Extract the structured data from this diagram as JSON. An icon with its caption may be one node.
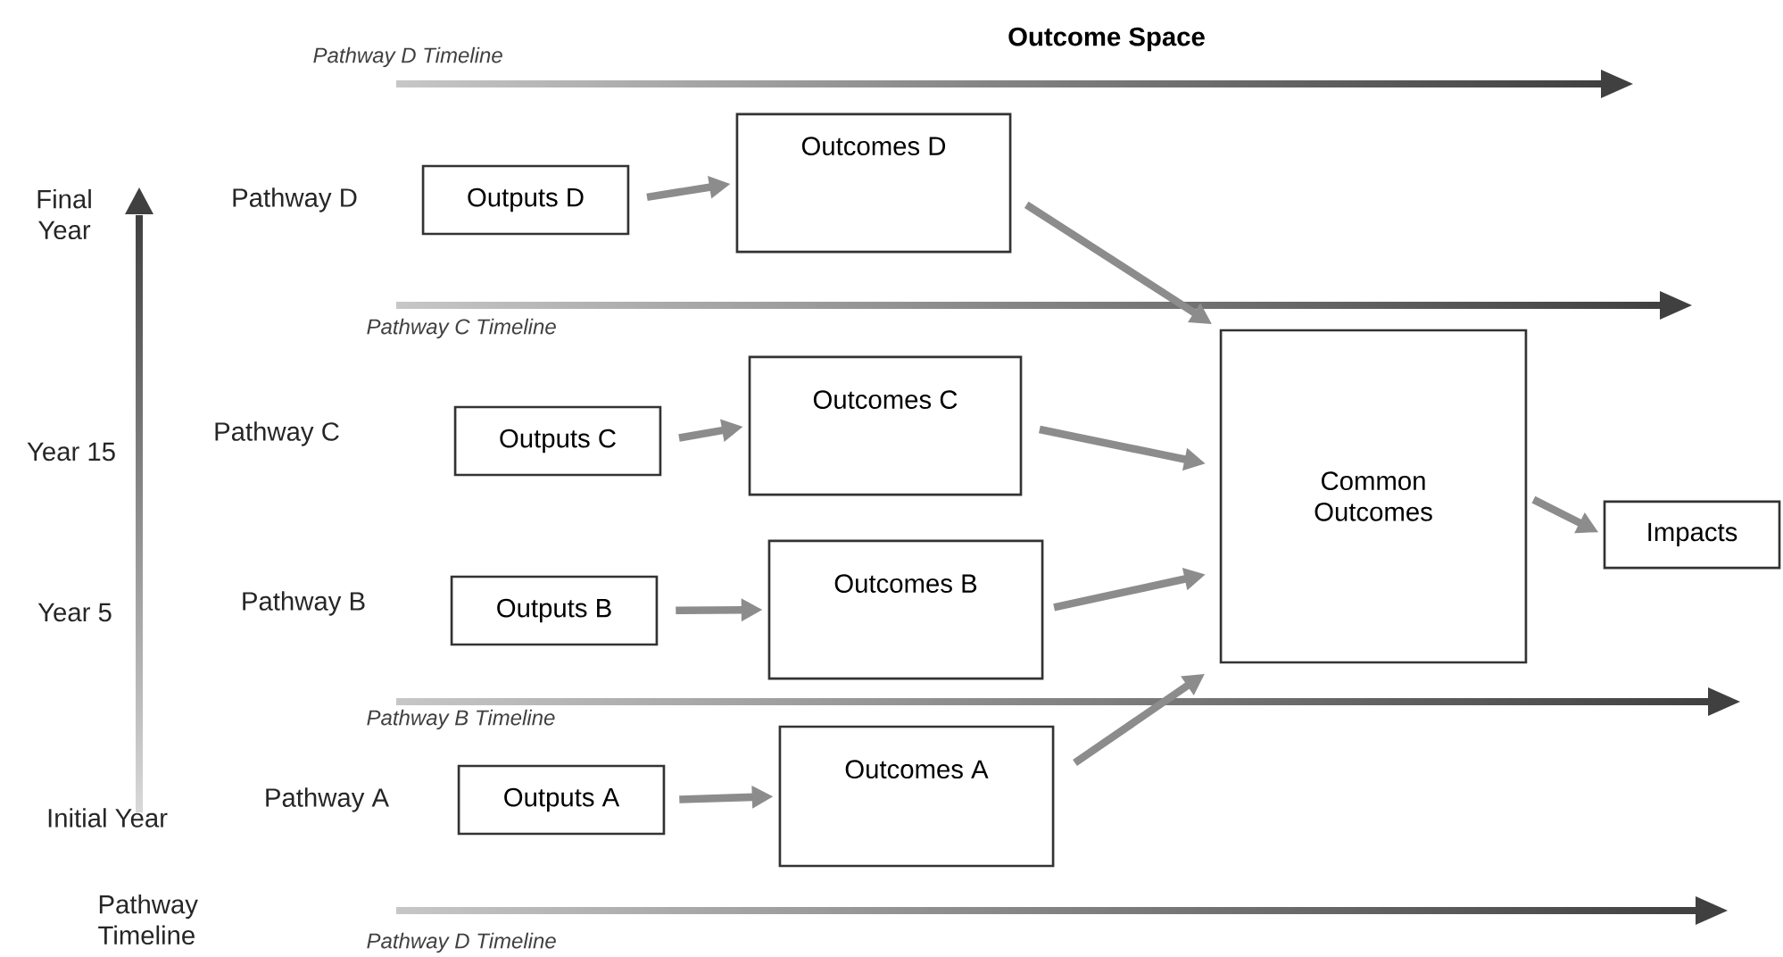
{
  "diagram": {
    "title": "Outcome Space",
    "nodes": [
      {
        "text": [
          "Outputs D"
        ]
      },
      {
        "text": [
          "Outcomes D"
        ]
      },
      {
        "text": [
          "Outputs C"
        ]
      },
      {
        "text": [
          "Outcomes C"
        ]
      },
      {
        "text": [
          "Outputs B"
        ]
      },
      {
        "text": [
          "Outcomes B"
        ]
      },
      {
        "text": [
          "Outputs A"
        ]
      },
      {
        "text": [
          "Outcomes A"
        ]
      },
      {
        "text": [
          "Common Outcomes"
        ]
      },
      {
        "text": [
          "Impacts"
        ]
      }
    ],
    "edges": [
      {
        "from": 0,
        "to": 1,
        "arrow": "to"
      },
      {
        "from": 2,
        "to": 3,
        "arrow": "to"
      },
      {
        "from": 4,
        "to": 5,
        "arrow": "to"
      },
      {
        "from": 6,
        "to": 7,
        "arrow": "to"
      },
      {
        "from": 1,
        "to": 8,
        "arrow": "to"
      },
      {
        "from": 3,
        "to": 8,
        "arrow": "to"
      },
      {
        "from": 5,
        "to": 8,
        "arrow": "to"
      },
      {
        "from": 7,
        "to": 8,
        "arrow": "to"
      },
      {
        "from": 8,
        "to": 9,
        "arrow": "to"
      }
    ],
    "labels": [
      "Pathway D Timeline",
      "Final Year",
      "Pathway D",
      "Pathway C Timeline",
      "Year 15",
      "Pathway C",
      "Year 5",
      "Pathway B",
      "Pathway B Timeline",
      "Initial Year",
      "Pathway A",
      "Pathway Timeline",
      "Pathway D Timeline"
    ]
  }
}
